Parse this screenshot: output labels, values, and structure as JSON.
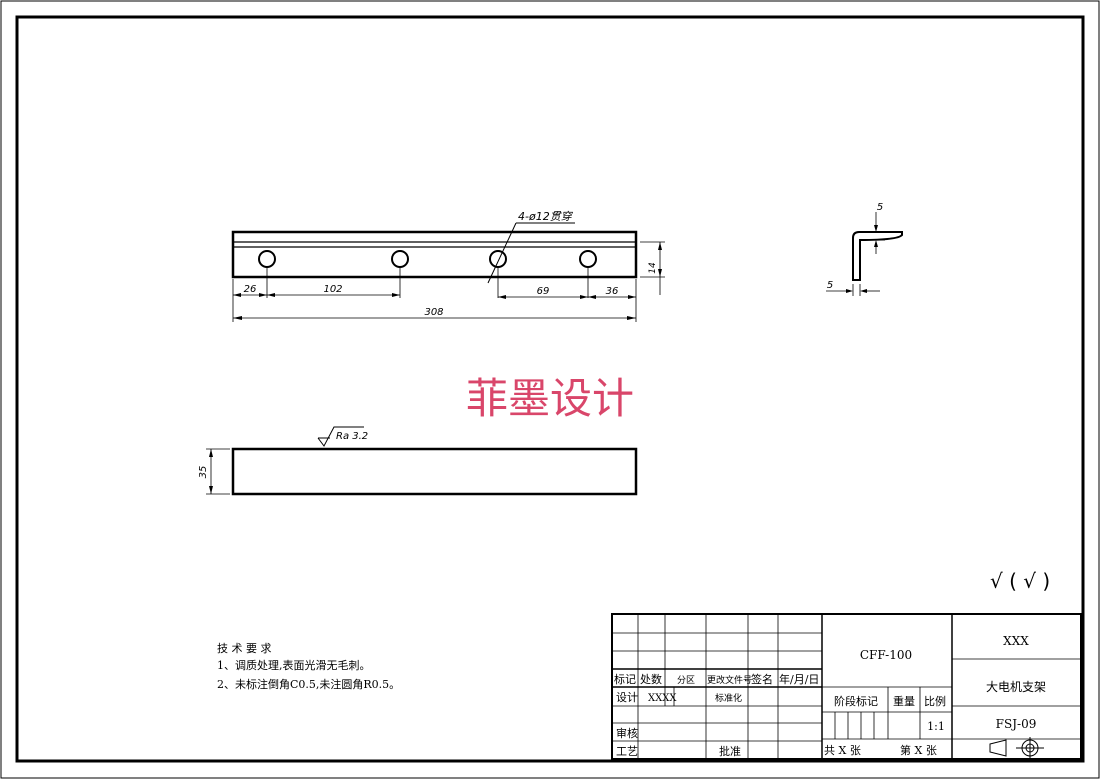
{
  "drawing": {
    "hole_callout": "4-ø12贯穿",
    "dimensions": {
      "d26": "26",
      "d102": "102",
      "d69": "69",
      "d36": "36",
      "d308": "308",
      "d14": "14",
      "d35": "35",
      "side_thickness_top": "5",
      "side_thickness_left": "5"
    },
    "roughness": "Ra 3.2",
    "watermark": "菲墨设计",
    "general_roughness": "√ ( √ )"
  },
  "tech_requirements": {
    "heading": "技 术 要 求",
    "items": [
      "1、调质处理,表面光滑无毛刺。",
      "2、未标注倒角C0.5,未注圆角R0.5。"
    ]
  },
  "title_block": {
    "material": "CFF-100",
    "company": "XXX",
    "part_name": "大电机支架",
    "drawing_no": "FSJ-09",
    "scale": "1:1",
    "revision_headers": [
      "标记",
      "处数",
      "分区",
      "更改文件号",
      "签名",
      "年/月/日"
    ],
    "row_design": "设计",
    "designer": "XXXX",
    "row_standard": "标准化",
    "row_review": "审核",
    "row_process": "工艺",
    "row_approve": "批准",
    "stage_mark": "阶段标记",
    "weight": "重量",
    "ratio": "比例",
    "sheets_total": "共 X 张",
    "sheet_no": "第 X 张"
  }
}
